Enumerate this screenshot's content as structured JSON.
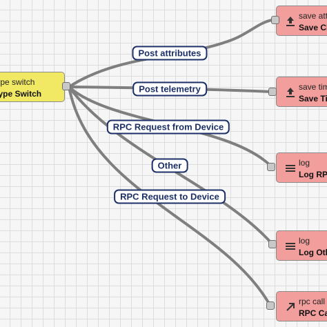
{
  "switch_node": {
    "type_label": "e type switch",
    "name": "e Type Switch"
  },
  "actions": [
    {
      "type_label": "save attrib",
      "name": "Save Cl",
      "icon": "upload-icon"
    },
    {
      "type_label": "save tim",
      "name": "Save Ti",
      "icon": "upload-icon"
    },
    {
      "type_label": "log",
      "name": "Log RP",
      "icon": "menu-lines-icon"
    },
    {
      "type_label": "log",
      "name": "Log Oth",
      "icon": "menu-lines-icon"
    },
    {
      "type_label": "rpc call",
      "name": "RPC Ca",
      "icon": "arrow-up-right-icon"
    }
  ],
  "edges": [
    {
      "label": "Post attributes"
    },
    {
      "label": "Post telemetry"
    },
    {
      "label": "RPC Request from Device"
    },
    {
      "label": "Other"
    },
    {
      "label": "RPC Request to Device"
    }
  ],
  "colors": {
    "switch_node": "#f1e964",
    "action_node": "#f29e9c",
    "edge_label_text": "#1c2f66",
    "connector": "#7f7f7f"
  }
}
